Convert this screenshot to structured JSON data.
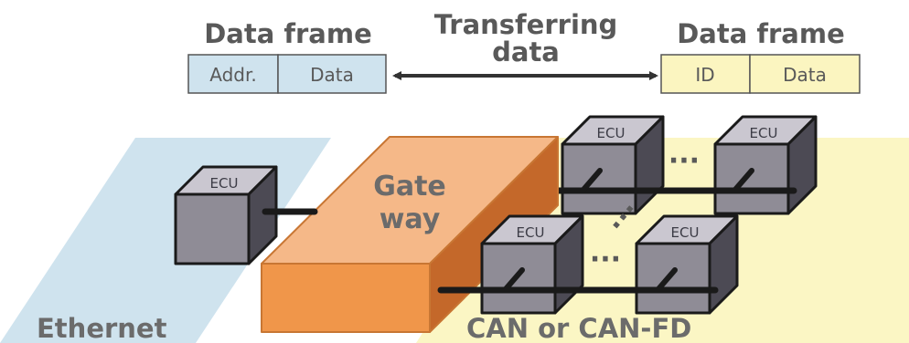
{
  "left_frame": {
    "title": "Data frame",
    "fields": [
      "Addr.",
      "Data"
    ],
    "color": "#cfe3ee"
  },
  "right_frame": {
    "title": "Data frame",
    "fields": [
      "ID",
      "Data"
    ],
    "color": "#fbf5c0"
  },
  "transfer": {
    "line1": "Transferring",
    "line2": "data"
  },
  "gateway": {
    "line1": "Gate",
    "line2": "way",
    "color": "#f0964a"
  },
  "ecu_label": "ECU",
  "ellipsis": "···",
  "networks": {
    "ethernet": {
      "label": "Ethernet",
      "color": "#cfe3ee"
    },
    "can": {
      "label": "CAN or CAN-FD",
      "color": "#fbf6c4"
    }
  }
}
